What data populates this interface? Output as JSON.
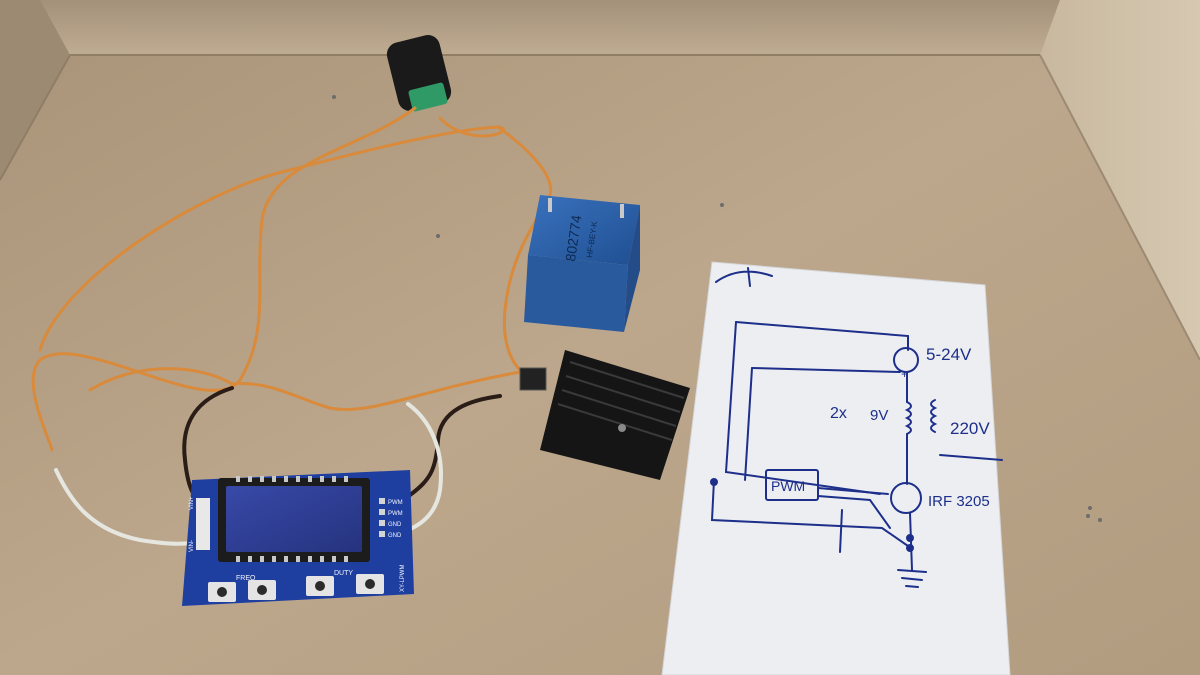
{
  "photo": {
    "subject": "",
    "colors": {
      "cardboard": "#b9a68d",
      "cardboard_shadow": "#8f7d66",
      "pcb_blue": "#1f3fa0",
      "relay_blue": "#2c5fa8",
      "heatsink_black": "#151515",
      "wire_orange": "#d98a3a",
      "paper_white": "#eceef2",
      "ink_blue": "#1d2f8a",
      "lcd_blue": "#2b3b96"
    }
  },
  "relay": {
    "part_number": "802774",
    "marking": "HF-BEY-K"
  },
  "pwm_module": {
    "pin_labels": [
      "PWM",
      "PWM",
      "GND",
      "GND"
    ],
    "input_labels": [
      "VIN+",
      "VIN-"
    ],
    "button_group_labels": [
      "FREQ",
      "DUTY"
    ],
    "model": "XY-LPWM"
  },
  "schematic": {
    "supply_label": "5-24V",
    "coil_count_label": "2x",
    "coil_voltage_label": "9V",
    "output_voltage_label": "220V",
    "controller_label": "PWM",
    "mosfet_label": "IRF 3205",
    "plus_sign": "+"
  }
}
